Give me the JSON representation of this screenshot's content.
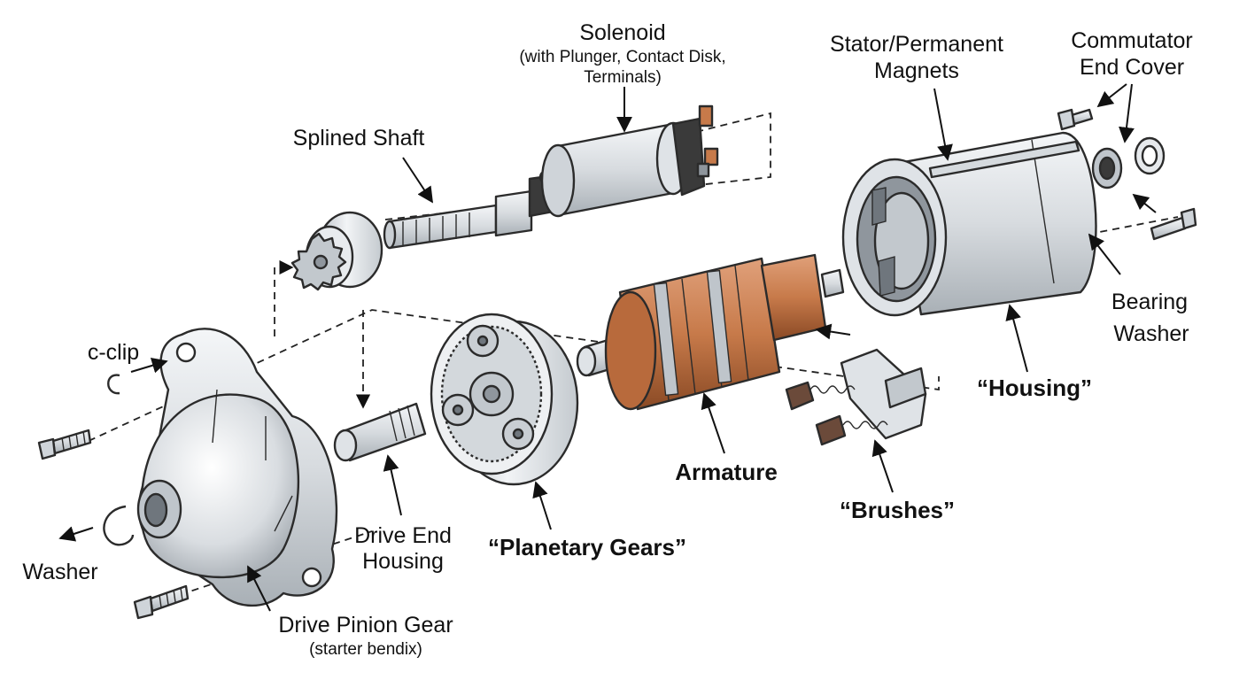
{
  "labels": {
    "solenoid": "Solenoid",
    "solenoid_sub1": "(with Plunger, Contact Disk,",
    "solenoid_sub2": "Terminals)",
    "splined_shaft": "Splined Shaft",
    "stator_line1": "Stator/Permanent",
    "stator_line2": "Magnets",
    "commutator_line1": "Commutator",
    "commutator_line2": "End Cover",
    "c_clip": "c-clip",
    "washer": "Washer",
    "drive_end_line1": "Drive End",
    "drive_end_line2": "Housing",
    "drive_pinion": "Drive Pinion Gear",
    "drive_pinion_sub": "(starter bendix)",
    "planetary": "“Planetary Gears”",
    "armature": "Armature",
    "brushes": "“Brushes”",
    "housing": "“Housing”",
    "bearing_line1": "Bearing",
    "bearing_line2": "Washer"
  },
  "colors": {
    "metal_light": "#e6e9ec",
    "metal_mid": "#c9ced3",
    "metal_dark": "#8f969d",
    "copper": "#c77a4a",
    "copper_dark": "#8a4a25",
    "rubber": "#3a3a3a",
    "brush_carbon": "#6b4a3a",
    "ink": "#111111"
  }
}
